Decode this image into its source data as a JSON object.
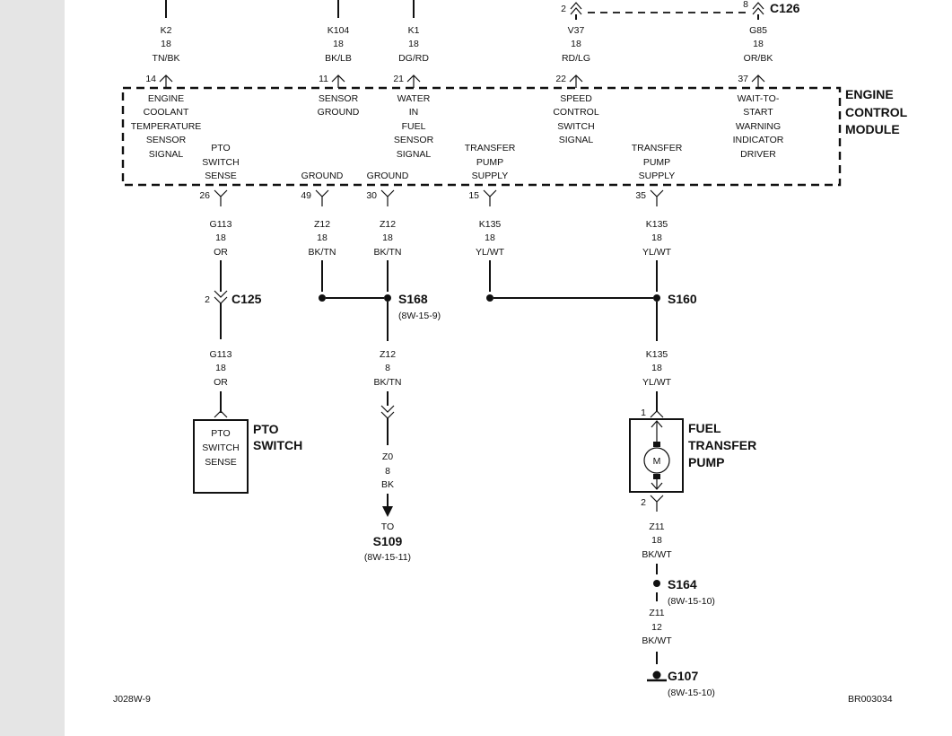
{
  "ecm": {
    "title": [
      "ENGINE",
      "CONTROL",
      "MODULE"
    ],
    "top_pins": [
      {
        "pin": "14",
        "label": [
          "ENGINE",
          "COOLANT",
          "TEMPERATURE",
          "SENSOR",
          "SIGNAL"
        ]
      },
      {
        "pin": "11",
        "label": [
          "SENSOR",
          "GROUND"
        ]
      },
      {
        "pin": "21",
        "label": [
          "WATER",
          "IN",
          "FUEL",
          "SENSOR",
          "SIGNAL"
        ]
      },
      {
        "pin": "22",
        "label": [
          "SPEED",
          "CONTROL",
          "SWITCH",
          "SIGNAL"
        ]
      },
      {
        "pin": "37",
        "label": [
          "WAIT-TO-",
          "START",
          "WARNING",
          "INDICATOR",
          "DRIVER"
        ]
      }
    ],
    "bottom_pins": [
      {
        "pin": "26",
        "label": [
          "PTO",
          "SWITCH",
          "SENSE"
        ]
      },
      {
        "pin": "49",
        "label": [
          "GROUND"
        ]
      },
      {
        "pin": "30",
        "label": [
          "GROUND"
        ]
      },
      {
        "pin": "15",
        "label": [
          "TRANSFER",
          "PUMP",
          "SUPPLY"
        ]
      },
      {
        "pin": "35",
        "label": [
          "TRANSFER",
          "PUMP",
          "SUPPLY"
        ]
      }
    ]
  },
  "top_wires": [
    {
      "circuit": "K2",
      "gauge": "18",
      "color": "TN/BK"
    },
    {
      "circuit": "K104",
      "gauge": "18",
      "color": "BK/LB"
    },
    {
      "circuit": "K1",
      "gauge": "18",
      "color": "DG/RD"
    },
    {
      "circuit": "V37",
      "gauge": "18",
      "color": "RD/LG"
    },
    {
      "circuit": "G85",
      "gauge": "18",
      "color": "OR/BK"
    }
  ],
  "c126": {
    "name": "C126",
    "pin_left": "2",
    "pin_right": "8"
  },
  "lower_wires": [
    {
      "circuit": "G113",
      "gauge": "18",
      "color": "OR"
    },
    {
      "circuit": "Z12",
      "gauge": "18",
      "color": "BK/TN"
    },
    {
      "circuit": "Z12",
      "gauge": "18",
      "color": "BK/TN"
    },
    {
      "circuit": "K135",
      "gauge": "18",
      "color": "YL/WT"
    },
    {
      "circuit": "K135",
      "gauge": "18",
      "color": "YL/WT"
    }
  ],
  "c125": {
    "name": "C125",
    "pin": "2"
  },
  "g113_lower": {
    "circuit": "G113",
    "gauge": "18",
    "color": "OR"
  },
  "s168": {
    "name": "S168",
    "ref": "(8W-15-9)"
  },
  "s160": {
    "name": "S160"
  },
  "z12_8": {
    "circuit": "Z12",
    "gauge": "8",
    "color": "BK/TN"
  },
  "z0": {
    "circuit": "Z0",
    "gauge": "8",
    "color": "BK"
  },
  "s109": {
    "to": "TO",
    "name": "S109",
    "ref": "(8W-15-11)"
  },
  "pto_switch": {
    "title": [
      "PTO",
      "SWITCH"
    ],
    "label": [
      "PTO",
      "SWITCH",
      "SENSE"
    ]
  },
  "k135_pump": {
    "circuit": "K135",
    "gauge": "18",
    "color": "YL/WT"
  },
  "fuel_pump": {
    "title": [
      "FUEL",
      "TRANSFER",
      "PUMP"
    ],
    "pin_top": "1",
    "pin_bottom": "2",
    "motor": "M"
  },
  "z11_18": {
    "circuit": "Z11",
    "gauge": "18",
    "color": "BK/WT"
  },
  "s164": {
    "name": "S164",
    "ref": "(8W-15-10)"
  },
  "z11_12": {
    "circuit": "Z11",
    "gauge": "12",
    "color": "BK/WT"
  },
  "g107": {
    "name": "G107",
    "ref": "(8W-15-10)"
  },
  "footer": {
    "left": "J028W-9",
    "right": "BR003034"
  },
  "colors": {
    "ink": "#111111",
    "sidebar": "#e5e5e5",
    "page": "#ffffff"
  }
}
